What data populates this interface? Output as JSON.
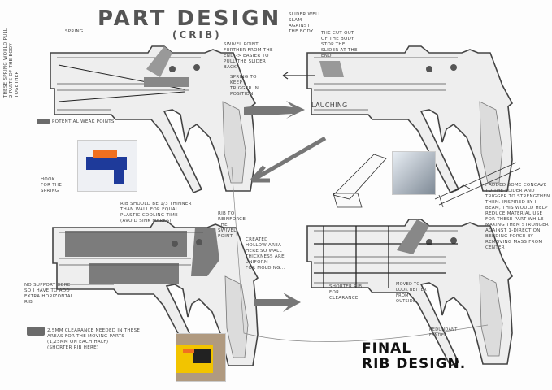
{
  "title": "PART DESIGN",
  "subtitle": "(CRIB)",
  "final_title": "FINAL\nRIB DESIGN.",
  "annotations": {
    "spring": "SPRING",
    "spring_side": "THESE SPRING WOULD PULL 2 PARTS OF THE BODY TOGETHER",
    "swivel_point": "SWIVEL POINT FURTHER FROM THE END -> EASIER TO PULL THE SLIDER BACK",
    "spring_trigger": "SPRING TO KEEP TRIGGER IN POSITION",
    "weak_points": "POTENTIAL WEAK POINTS",
    "slider_well": "SLIDER WELL SLAM AGAINST THE BODY",
    "cut_out": "THE CUT OUT OF THE BODY STOP THE SLIDER AT THE END",
    "launching": "LAUCHING",
    "hook_spring": "HOOK FOR THE SPRING",
    "rib_thinner": "RIB SHOULD BE 1/3 THINNER THAN WALL FOR EQUAL PLASTIC COOLING TIME (AVOID SINK MARKS)",
    "rib_swivel": "RIB TO REINFORCE THE SWIVEL POINT",
    "created_hollow": "CREATED HOLLOW AREA HERE SO WALL THICKNESS ARE UNIFORM\nFOR MOLDING...",
    "no_support": "NO SUPPORT HERE SO I HAVE TO ADD EXTRA HORIZONTAL RIB",
    "clearance": "2,5MM CLEARANCE NEEDED IN THESE AREAS FOR THE MOVING PARTS\n(1,25MM ON EACH HALF)\n(SHORTER RIB HERE)",
    "concave": "I ADDED SOME CONCAVE TO THE SLIDER AND TRIGGER TO STRENGTHEN THEM. INSPIRED BY I-BEAM, THIS WOULD HELP REDUCE MATERIAL USE FOR THESE PART WHILE MAKING THEM STRONGER AGAINST 1-DIRECTION BENDING FORCE BY REMOVING MASS FROM CENTER",
    "shorter_rib": "SHORTER RIB FOR CLEARANCE",
    "moved": "MOVED TO LOOK BETTER FROM OUTSIDE",
    "redundant": "REDUNDANT FENDER"
  },
  "colors": {
    "weak": "#6b6b6b",
    "nerf_blue": "#1e3a9a",
    "nerf_orange": "#f07020",
    "nerf_yellow": "#f2c400"
  }
}
